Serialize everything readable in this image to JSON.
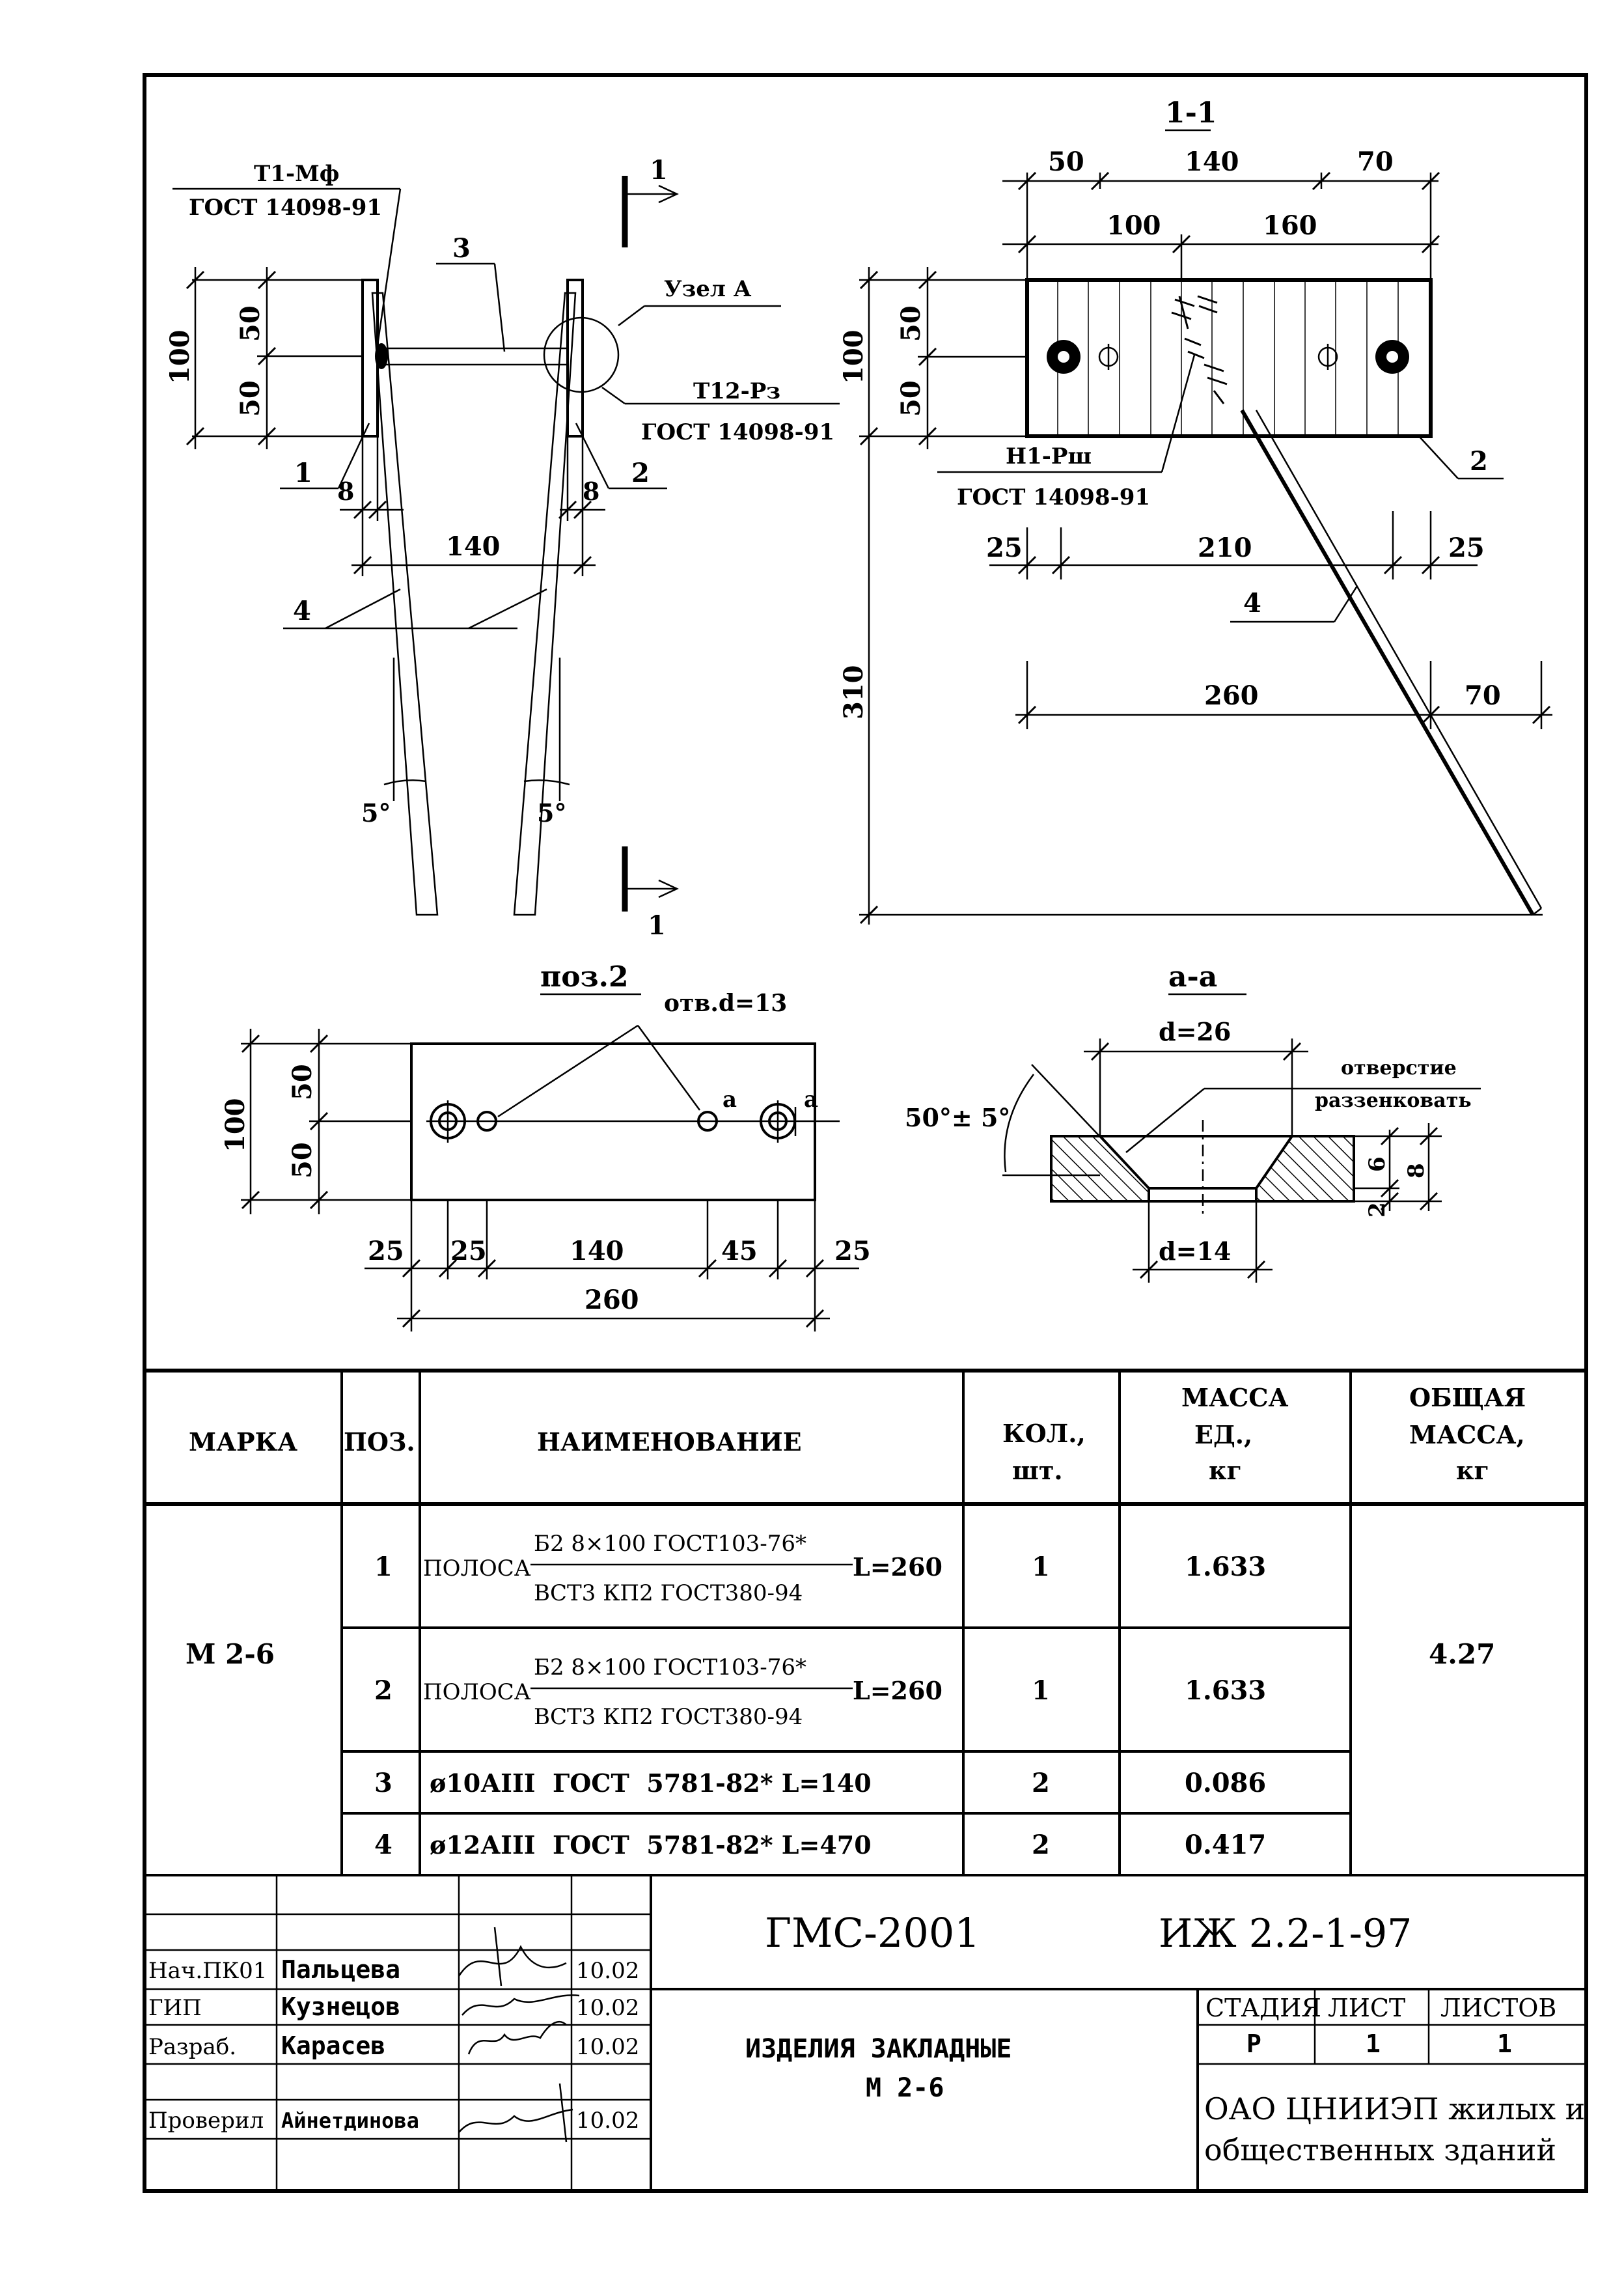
{
  "drawing": {
    "main_view": {
      "t1_mark": "Т1-Мф",
      "t1_gost": "ГОСТ 14098-91",
      "t12_mark": "Т12-Рз",
      "t12_gost": "ГОСТ 14098-91",
      "node_label": "Узел А",
      "section_mark": "1",
      "pos1": "1",
      "pos2": "2",
      "pos3": "3",
      "pos4": "4",
      "dim_100": "100",
      "dim_50a": "50",
      "dim_50b": "50",
      "dim_8a": "8",
      "dim_8b": "8",
      "dim_140": "140",
      "angle_a": "5°",
      "angle_b": "5°"
    },
    "section_1_1": {
      "title": "1-1",
      "dim_50": "50",
      "dim_140": "140",
      "dim_70_top": "70",
      "dim_100": "100",
      "dim_160": "160",
      "dim_100_v": "100",
      "dim_50a": "50",
      "dim_50b": "50",
      "dim_310": "310",
      "h1_mark": "Н1-Рш",
      "h1_gost": "ГОСТ 14098-91",
      "pos2": "2",
      "pos4": "4",
      "dim_25a": "25",
      "dim_210": "210",
      "dim_25b": "25",
      "dim_260": "260",
      "dim_70": "70"
    },
    "pos2_view": {
      "title": "поз.2",
      "hole": "отв.d=13",
      "dim_100": "100",
      "dim_50a": "50",
      "dim_50b": "50",
      "dim_25a": "25",
      "dim_25b": "25",
      "dim_140": "140",
      "dim_45": "45",
      "dim_25c": "25",
      "dim_260": "260",
      "cut_a1": "а",
      "cut_a2": "а"
    },
    "section_a_a": {
      "title": "а-а",
      "d26": "d=26",
      "d14": "d=14",
      "angle": "50°± 5°",
      "note1": "отверстие",
      "note2": "раззенковать",
      "dim_6": "6",
      "dim_2": "2",
      "dim_8": "8"
    }
  },
  "spec": {
    "headers": {
      "mark": "МАРКА",
      "pos": "ПОЗ.",
      "name": "НАИМЕНОВАНИЕ",
      "qty1": "КОЛ.,",
      "qty2": "шт.",
      "unit1": "МАССА",
      "unit2": "ЕД.,",
      "unit3": "кг",
      "total1": "ОБЩАЯ",
      "total2": "МАССА,",
      "total3": "кг"
    },
    "mark": "М 2-6",
    "total_mass": "4.27",
    "rows": [
      {
        "pos": "1",
        "prefix": "ПОЛОСА",
        "top": "Б2 8×100 ГОСТ103-76*",
        "bottom": "ВСТ3 КП2 ГОСТ380-94",
        "length": "L=260",
        "qty": "1",
        "mass": "1.633"
      },
      {
        "pos": "2",
        "prefix": "ПОЛОСА",
        "top": "Б2 8×100 ГОСТ103-76*",
        "bottom": "ВСТ3 КП2 ГОСТ380-94",
        "length": "L=260",
        "qty": "1",
        "mass": "1.633"
      },
      {
        "pos": "3",
        "name": "ø10АIII  ГОСТ  5781-82* L=140",
        "qty": "2",
        "mass": "0.086"
      },
      {
        "pos": "4",
        "name": "ø12АIII  ГОСТ  5781-82* L=470",
        "qty": "2",
        "mass": "0.417"
      }
    ]
  },
  "stamp": {
    "project": "ГМС-2001",
    "code": "ИЖ 2.2-1-97",
    "title1": "ИЗДЕЛИЯ ЗАКЛАДНЫЕ",
    "title2": "М 2-6",
    "stage_h": "СТАДИЯ",
    "sheet_h": "ЛИСТ",
    "sheets_h": "ЛИСТОВ",
    "stage": "Р",
    "sheet": "1",
    "sheets": "1",
    "org1": "ОАО ЦНИИЭП жилых и",
    "org2": "общественных зданий",
    "people": [
      {
        "role": "Нач.ПК01",
        "name": "Пальцева",
        "date": "10.02"
      },
      {
        "role": "ГИП",
        "name": "Кузнецов",
        "date": "10.02"
      },
      {
        "role": "Разраб.",
        "name": "Карасев",
        "date": "10.02"
      },
      {
        "role": "Проверил",
        "name": "Айнетдинова",
        "date": "10.02"
      }
    ]
  }
}
